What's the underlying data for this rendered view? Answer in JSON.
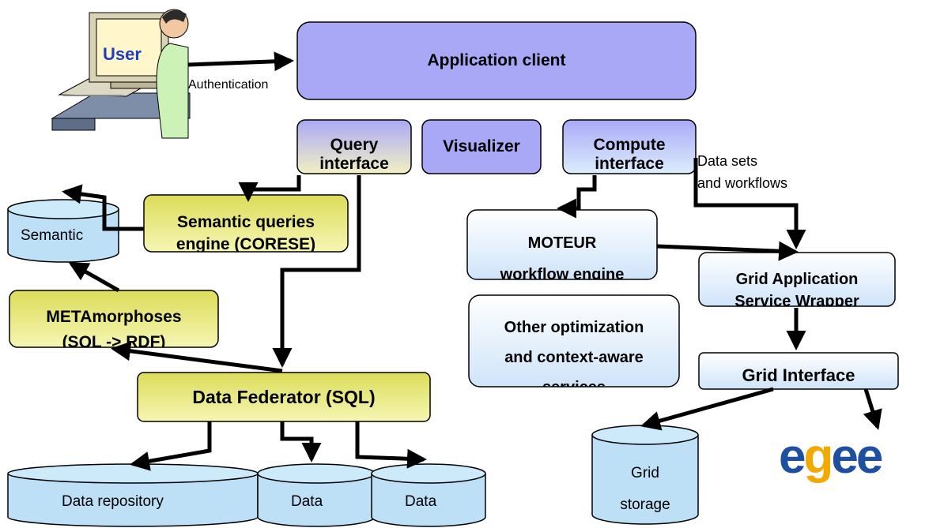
{
  "user": {
    "label": "User"
  },
  "edges": {
    "authentication": "Authentication",
    "datasets_line1": "Data sets",
    "datasets_line2": "and workflows"
  },
  "boxes": {
    "application_client": "Application client",
    "query_interface": {
      "line1": "Query",
      "line2": "interface"
    },
    "visualizer": "Visualizer",
    "compute_interface": {
      "line1": "Compute",
      "line2": "interface"
    },
    "semantic_queries": {
      "line1": "Semantic queries",
      "line2": "engine (CORESE)"
    },
    "metamorphoses": {
      "line1": "METAmorphoses",
      "line2": "(SQL -> RDF)"
    },
    "data_federator": "Data Federator (SQL)",
    "moteur": {
      "line1": "MOTEUR",
      "line2": "workflow engine"
    },
    "other_optimization": {
      "line1": "Other optimization",
      "line2": "and context-aware",
      "line3": "services"
    },
    "grid_application": {
      "line1": "Grid Application",
      "line2": "Service Wrapper"
    },
    "grid_interface": "Grid Interface"
  },
  "stores": {
    "semantic": "Semantic",
    "data_repository": "Data repository",
    "data_1": "Data",
    "data_2": "Data",
    "grid_storage": {
      "line1": "Grid",
      "line2": "storage"
    }
  },
  "logo": {
    "text": "egee",
    "letters": [
      "e",
      "g",
      "e",
      "e"
    ],
    "colors": [
      "#1e4fa0",
      "#f2a900",
      "#1e4fa0",
      "#1e4fa0"
    ]
  },
  "colors": {
    "purple": "#a7a7f5",
    "yellow": "#e6e680",
    "lightblue": "#d7e9fb",
    "cylinder": "#bde0f7"
  }
}
